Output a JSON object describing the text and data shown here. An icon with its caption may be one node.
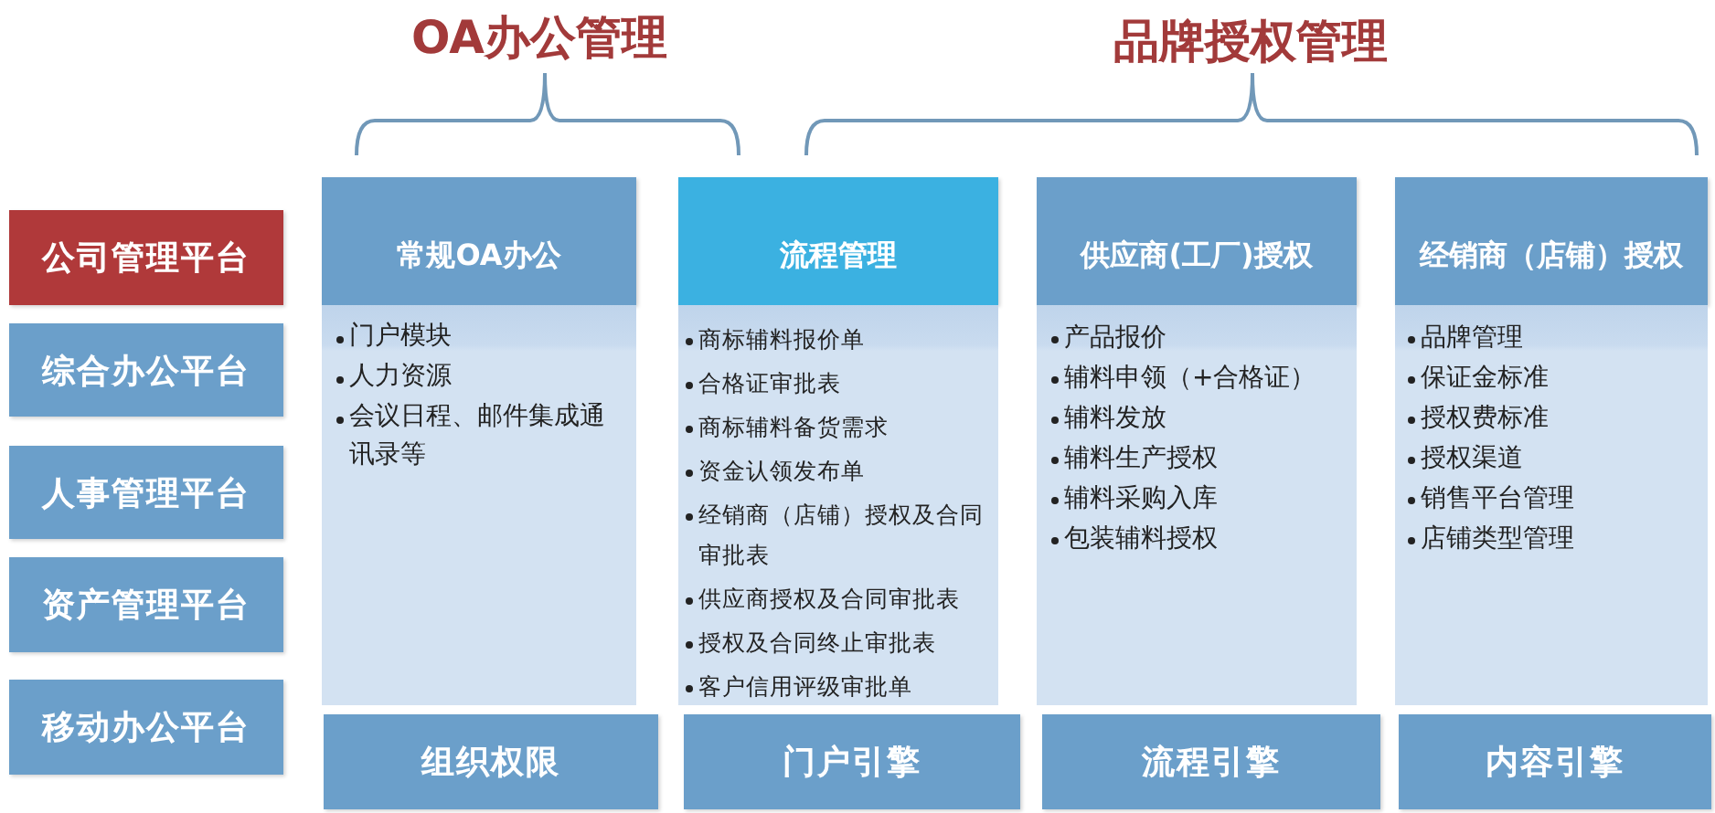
{
  "diagram": {
    "nodes": [
      {
        "text": [
          "公司管理平台"
        ]
      },
      {
        "text": [
          "综合办公平台"
        ]
      },
      {
        "text": [
          "人事管理平台"
        ]
      },
      {
        "text": [
          "资产管理平台"
        ]
      },
      {
        "text": [
          "移动办公平台"
        ]
      },
      {
        "text": [
          "常规OA办公"
        ]
      },
      {
        "text": [
          "门户模块",
          "人力资源",
          "会议日程、邮件集成通讯录等"
        ]
      },
      {
        "text": [
          "流程管理"
        ]
      },
      {
        "text": [
          "商标辅料报价单",
          "合格证审批表",
          "商标辅料备货需求",
          "资金认领发布单",
          "经销商（店铺）授权及合同审批表",
          "供应商授权及合同审批表",
          "授权及合同终止审批表",
          "客户信用评级审批单"
        ]
      },
      {
        "text": [
          "供应商(工厂)授权"
        ]
      },
      {
        "text": [
          "产品报价",
          "辅料申领（+合格证）",
          "辅料发放",
          "辅料生产授权",
          "辅料采购入库",
          "包装辅料授权"
        ]
      },
      {
        "text": [
          "经销商（店铺）授权"
        ]
      },
      {
        "text": [
          "品牌管理",
          "保证金标准",
          "授权费标准",
          "授权渠道",
          "销售平台管理",
          "店铺类型管理"
        ]
      },
      {
        "text": [
          "组织权限"
        ]
      },
      {
        "text": [
          "门户引擎"
        ]
      },
      {
        "text": [
          "流程引擎"
        ]
      },
      {
        "text": [
          "内容引擎"
        ]
      }
    ],
    "labels": [
      "OA办公管理",
      "品牌授权管理"
    ]
  }
}
